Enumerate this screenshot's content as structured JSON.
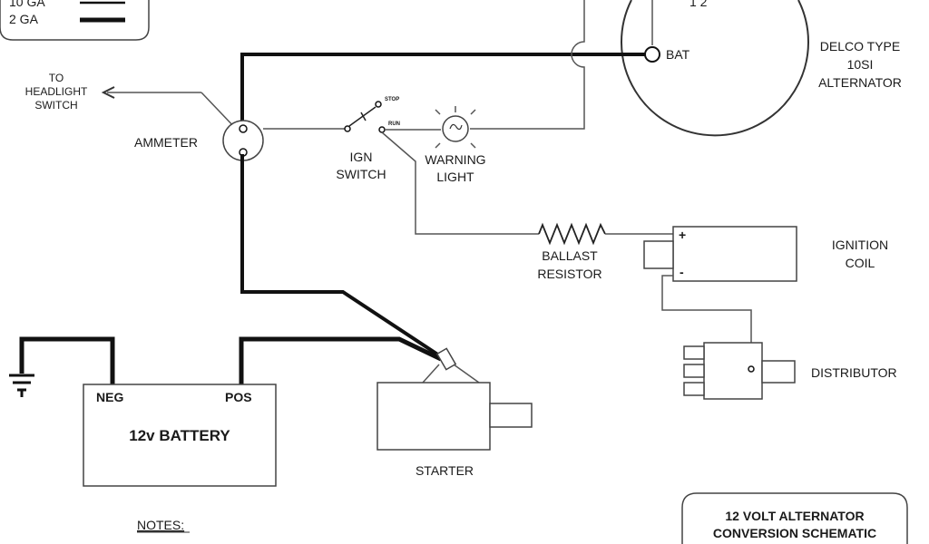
{
  "legend": {
    "rows": [
      {
        "label": "10 GA"
      },
      {
        "label": "2 GA"
      }
    ]
  },
  "alternator": {
    "terminal_top": "1  2",
    "bat_label": "BAT",
    "name_lines": [
      "DELCO TYPE",
      "10SI",
      "ALTERNATOR"
    ]
  },
  "headlight": {
    "lines": [
      "TO",
      "HEADLIGHT",
      "SWITCH"
    ]
  },
  "ammeter": {
    "label": "AMMETER"
  },
  "ign_switch": {
    "lines": [
      "IGN",
      "SWITCH"
    ],
    "stop_label": "STOP",
    "run_label": "RUN"
  },
  "warning_light": {
    "lines": [
      "WARNING",
      "LIGHT"
    ]
  },
  "ballast": {
    "lines": [
      "BALLAST",
      "RESISTOR"
    ]
  },
  "coil": {
    "lines": [
      "IGNITION",
      "COIL"
    ],
    "plus": "+",
    "minus": "-"
  },
  "distributor": {
    "label": "DISTRIBUTOR"
  },
  "battery": {
    "label": "12v BATTERY",
    "neg": "NEG",
    "pos": "POS"
  },
  "starter": {
    "label": "STARTER"
  },
  "notes": {
    "heading": "NOTES:"
  },
  "title_box": {
    "lines": [
      "12 VOLT ALTERNATOR",
      "CONVERSION SCHEMATIC"
    ]
  }
}
